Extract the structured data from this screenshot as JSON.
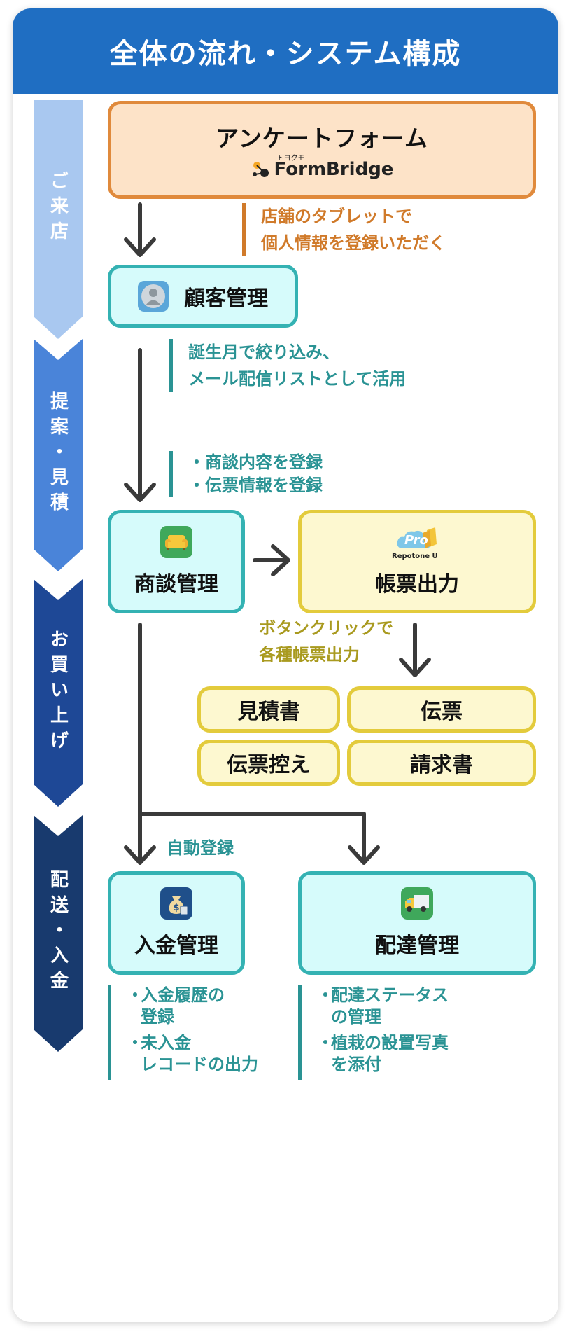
{
  "header": {
    "title": "全体の流れ・システム構成"
  },
  "stages": [
    {
      "label": "ご来店",
      "color": "#a9c8f0"
    },
    {
      "label": "提案・見積",
      "color": "#4a84d9"
    },
    {
      "label": "お買い上げ",
      "color": "#1e4896"
    },
    {
      "label": "配送・入金",
      "color": "#183a6e"
    }
  ],
  "survey": {
    "title": "アンケートフォーム",
    "brand": "FormBridge",
    "brand_sub": "トヨクモ"
  },
  "customer": {
    "title": "顧客管理",
    "icon": "person-icon"
  },
  "deal": {
    "title": "商談管理",
    "icon": "sofa-icon"
  },
  "report": {
    "title": "帳票出力",
    "brand_pro": "Pro",
    "brand": "Repotone U"
  },
  "payment": {
    "title": "入金管理",
    "icon": "money-bag-icon"
  },
  "delivery": {
    "title": "配達管理",
    "icon": "truck-icon"
  },
  "documents": [
    "見積書",
    "伝票",
    "伝票控え",
    "請求書"
  ],
  "notes": {
    "tablet": [
      "店舗のタブレットで",
      "個人情報を登録いただく"
    ],
    "birthday": [
      "誕生月で絞り込み、",
      "メール配信リストとして活用"
    ],
    "deal_bullets": [
      "・商談内容を登録",
      "・伝票情報を登録"
    ],
    "button": [
      "ボタンクリックで",
      "各種帳票出力"
    ],
    "auto": "自動登録",
    "payment_bullets": [
      "入金履歴の\n登録",
      "未入金\nレコードの出力"
    ],
    "delivery_bullets": [
      "配達ステータス\nの管理",
      "植栽の設置写真\nを添付"
    ],
    "bullet_mark": "・"
  },
  "colors": {
    "header": "#1f6ec2",
    "teal": "#2a9394",
    "orange": "#d07a2a",
    "arrow": "#3a3a3a"
  }
}
